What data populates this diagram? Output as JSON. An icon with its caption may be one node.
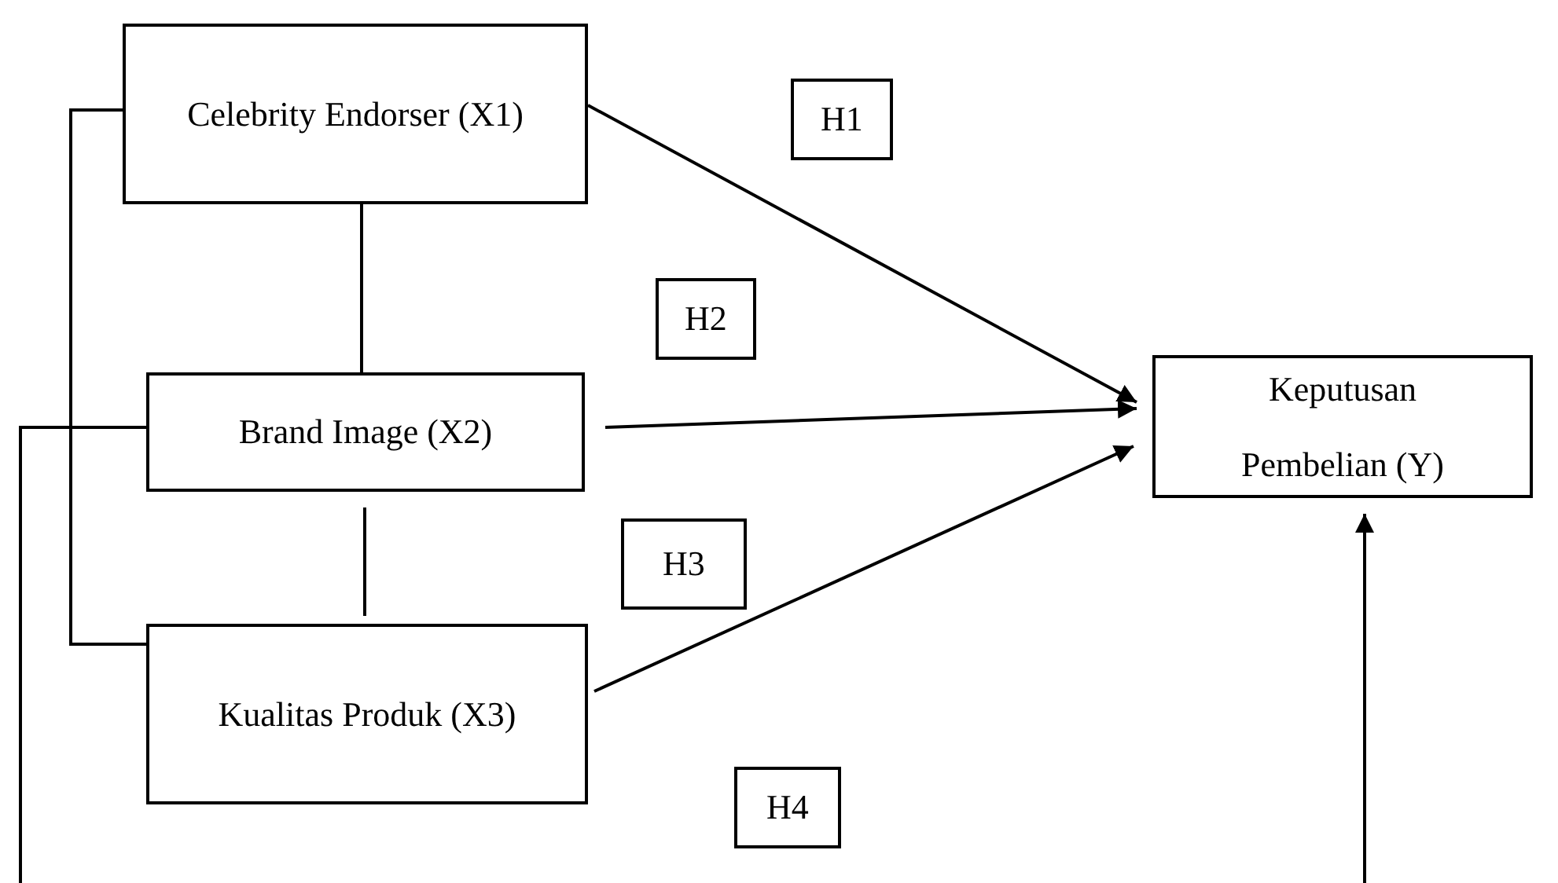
{
  "diagram": {
    "nodes": [
      {
        "text": [
          "Celebrity Endorser (X1)"
        ]
      },
      {
        "text": [
          "Brand Image (X2)"
        ]
      },
      {
        "text": [
          "Kualitas Produk (X3)"
        ]
      },
      {
        "text": [
          "Keputusan Pembelian (Y)"
        ]
      },
      {
        "text": [
          "H1"
        ]
      },
      {
        "text": [
          "H2"
        ]
      },
      {
        "text": [
          "H3"
        ]
      },
      {
        "text": [
          "H4"
        ]
      }
    ],
    "edges": [
      {
        "from": 0,
        "to": 3,
        "arrow": "to"
      },
      {
        "from": 1,
        "to": 3,
        "arrow": "to"
      },
      {
        "from": 2,
        "to": 3,
        "arrow": "to"
      },
      {
        "from": 0,
        "to": 1,
        "arrow": "none"
      },
      {
        "from": 1,
        "to": 2,
        "arrow": "none"
      },
      {
        "from": 0,
        "to": 2,
        "arrow": "none"
      },
      {
        "from": 1,
        "to": 3,
        "arrow": "to"
      }
    ]
  }
}
